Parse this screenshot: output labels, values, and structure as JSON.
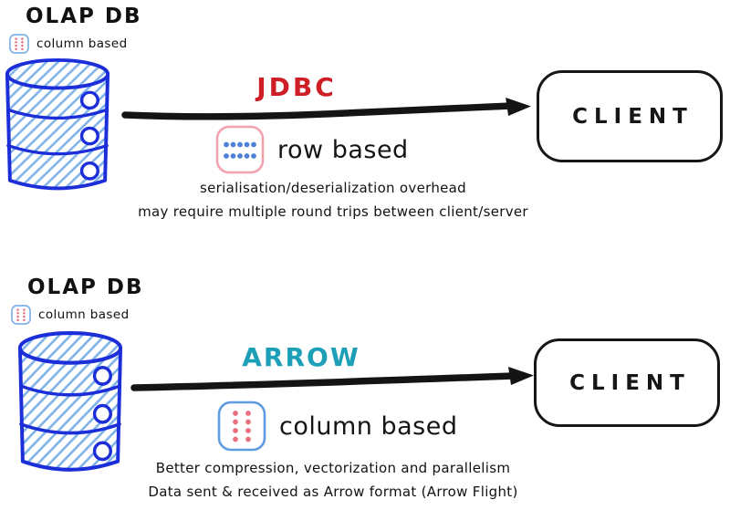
{
  "sections": [
    {
      "db_label": "OLAP DB",
      "db_tag": "column based",
      "arrow_label": "JDBC",
      "format_label": "row based",
      "note_line1": "serialisation/deserialization overhead",
      "note_line2": "may require multiple round trips between client/server",
      "client_label": "CLIENT"
    },
    {
      "db_label": "OLAP DB",
      "db_tag": "column based",
      "arrow_label": "ARROW",
      "format_label": "column based",
      "note_line1": "Better compression, vectorization and parallelism",
      "note_line2": "Data sent & received as Arrow format (Arrow Flight)",
      "client_label": "CLIENT"
    }
  ],
  "colors": {
    "jdbc_label": "#cf1f26",
    "arrow_label": "#1d9fb8",
    "db_outline": "#1b2ed8",
    "db_hatch": "#7fb2e8",
    "arrow_line": "#141414",
    "row_icon_border": "#f2a3b0",
    "row_icon_dots": "#4d82d8",
    "col_icon_border": "#5e9be0",
    "col_icon_dots": "#e8707e"
  },
  "icons": {
    "db_tag_icon": "column-grid-icon",
    "row_based_icon": "row-grid-icon",
    "column_based_icon": "column-grid-icon",
    "database_icon": "database-cylinder-icon",
    "transfer_icon": "right-arrow-icon"
  }
}
